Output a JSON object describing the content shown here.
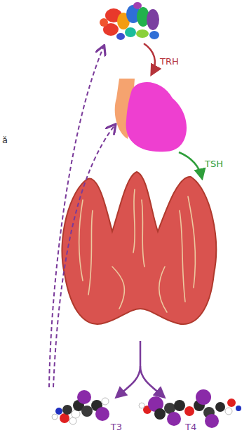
{
  "diagram": {
    "nodes": [
      {
        "text": [
          "T3"
        ]
      },
      {
        "text": [
          "T4"
        ]
      }
    ],
    "labels": [
      "TRH",
      "TSH",
      "ă"
    ]
  }
}
